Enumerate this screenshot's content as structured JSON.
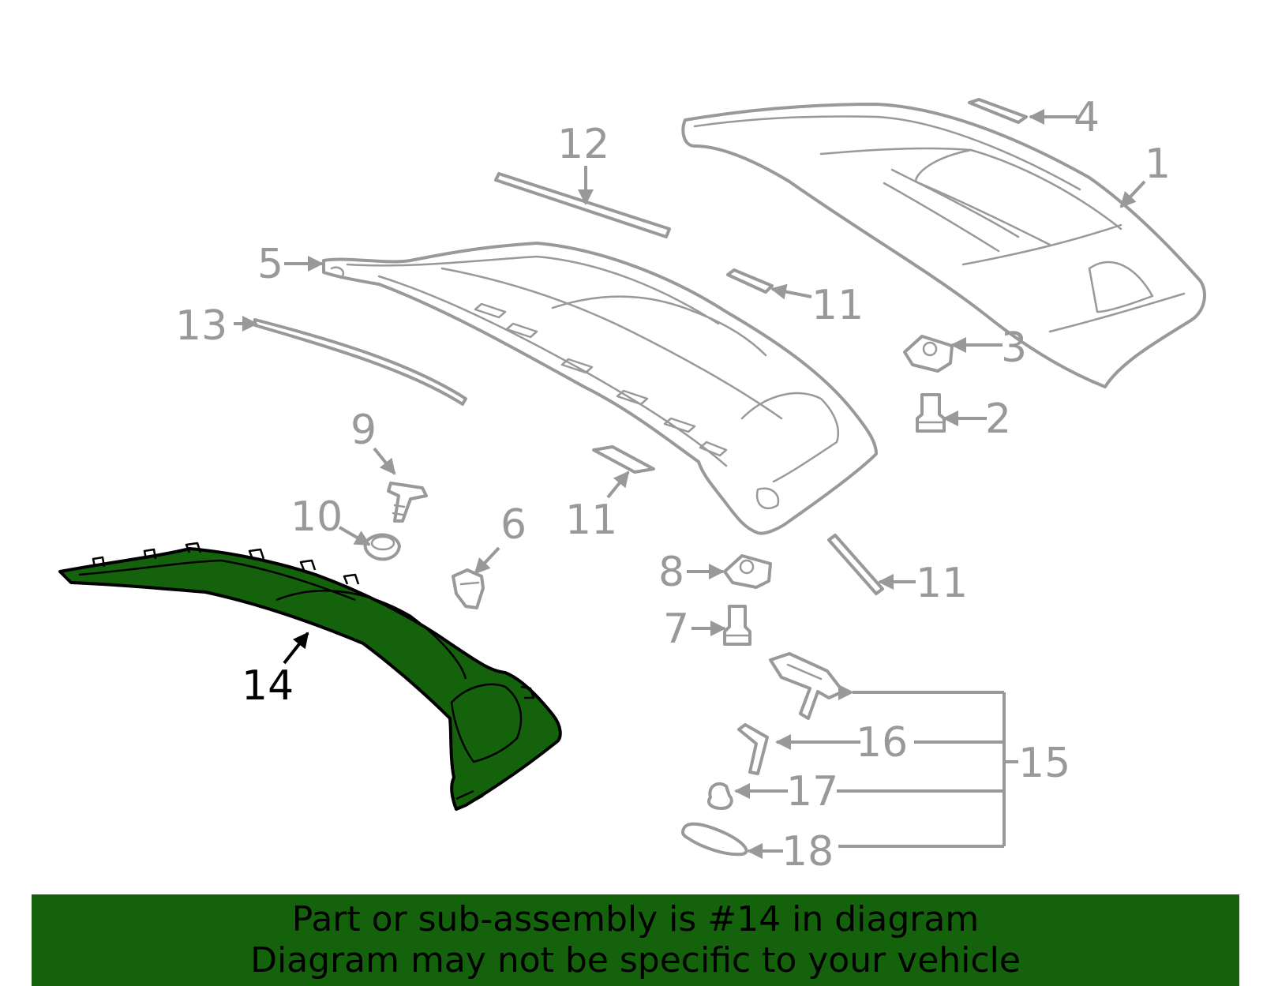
{
  "callouts": {
    "c1": "1",
    "c2": "2",
    "c3": "3",
    "c4": "4",
    "c5": "5",
    "c6": "6",
    "c7": "7",
    "c8": "8",
    "c9": "9",
    "c10": "10",
    "c11a": "11",
    "c11b": "11",
    "c11c": "11",
    "c12": "12",
    "c13": "13",
    "c14": "14",
    "c15": "15",
    "c16": "16",
    "c17": "17",
    "c18": "18"
  },
  "highlight": {
    "part_number": "14",
    "color": "#14620c"
  },
  "banner": {
    "line1": "Part or sub-assembly is #14 in diagram",
    "line2": "Diagram may not be specific to your vehicle"
  }
}
